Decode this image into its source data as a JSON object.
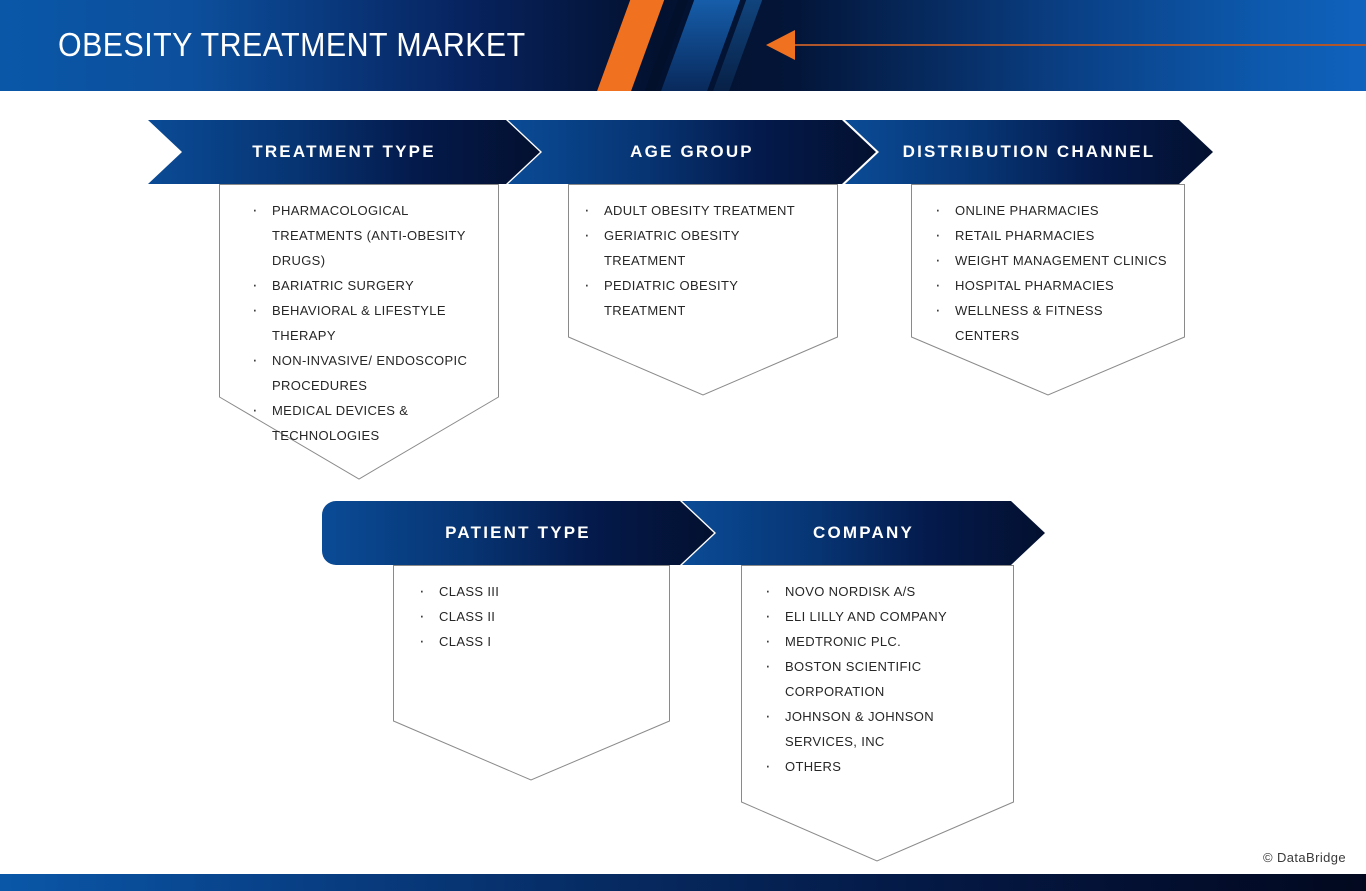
{
  "header": {
    "title": "OBESITY TREATMENT MARKET",
    "accent_orange": "#f0711f",
    "line_color": "#b0562c",
    "gradient_from": "#0a57a8",
    "gradient_to": "#03112f"
  },
  "segments": [
    {
      "id": "treatment-type",
      "title": "TREATMENT TYPE",
      "items": [
        "PHARMACOLOGICAL TREATMENTS (ANTI-OBESITY DRUGS)",
        "BARIATRIC SURGERY",
        "BEHAVIORAL & LIFESTYLE THERAPY",
        "NON-INVASIVE/ ENDOSCOPIC PROCEDURES",
        "MEDICAL DEVICES & TECHNOLOGIES"
      ]
    },
    {
      "id": "age-group",
      "title": "AGE GROUP",
      "items": [
        "ADULT OBESITY TREATMENT",
        "GERIATRIC OBESITY TREATMENT",
        "PEDIATRIC OBESITY TREATMENT"
      ]
    },
    {
      "id": "distribution-channel",
      "title": "DISTRIBUTION CHANNEL",
      "items": [
        "ONLINE PHARMACIES",
        "RETAIL PHARMACIES",
        "WEIGHT MANAGEMENT CLINICS",
        "HOSPITAL PHARMACIES",
        "WELLNESS & FITNESS CENTERS"
      ]
    },
    {
      "id": "patient-type",
      "title": "PATIENT TYPE",
      "items": [
        "CLASS III",
        "CLASS II",
        "CLASS I"
      ]
    },
    {
      "id": "company",
      "title": "COMPANY",
      "items": [
        "NOVO NORDISK A/S",
        "ELI LILLY AND COMPANY",
        "MEDTRONIC PLC.",
        "BOSTON SCIENTIFIC CORPORATION",
        "JOHNSON & JOHNSON SERVICES, INC",
        "OTHERS"
      ]
    }
  ],
  "footer": {
    "copyright": "© DataBridge"
  }
}
